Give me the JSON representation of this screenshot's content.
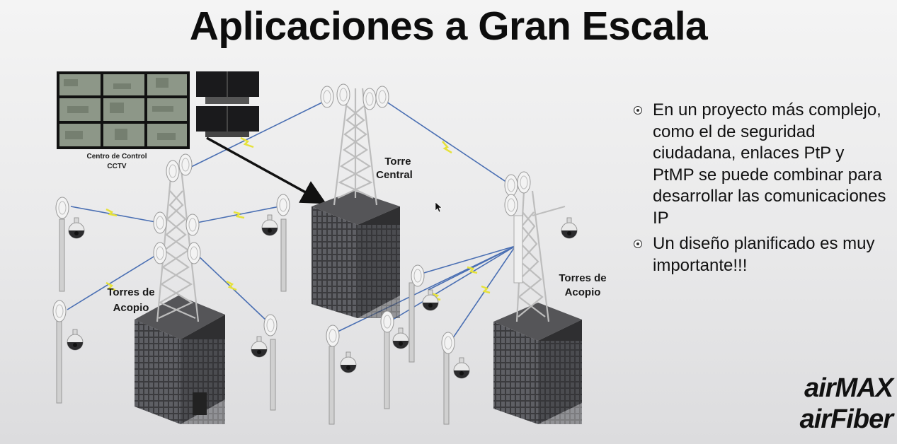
{
  "slide": {
    "title": "Aplicaciones a Gran Escala"
  },
  "labels": {
    "control_center_line1": "Centro de Control",
    "control_center_line2": "CCTV",
    "central_tower_line1": "Torre",
    "central_tower_line2": "Central",
    "left_collection_line1": "Torres de",
    "left_collection_line2": "Acopio",
    "right_collection_line1": "Torres de",
    "right_collection_line2": "Acopio"
  },
  "bullets": [
    "En un proyecto más complejo, como el de seguridad ciudadana, enlaces PtP y PtMP se puede combinar para desarrollar las comunicaciones IP",
    "Un diseño planificado es muy importante!!!"
  ],
  "brand": {
    "airmax": "airMAX",
    "airfiber": "airFiber"
  },
  "colors": {
    "link_blue": "#4a6fb3",
    "link_yellow": "#e6e23a",
    "building": "#3a3a3c",
    "tower": "#f2f2f2"
  }
}
